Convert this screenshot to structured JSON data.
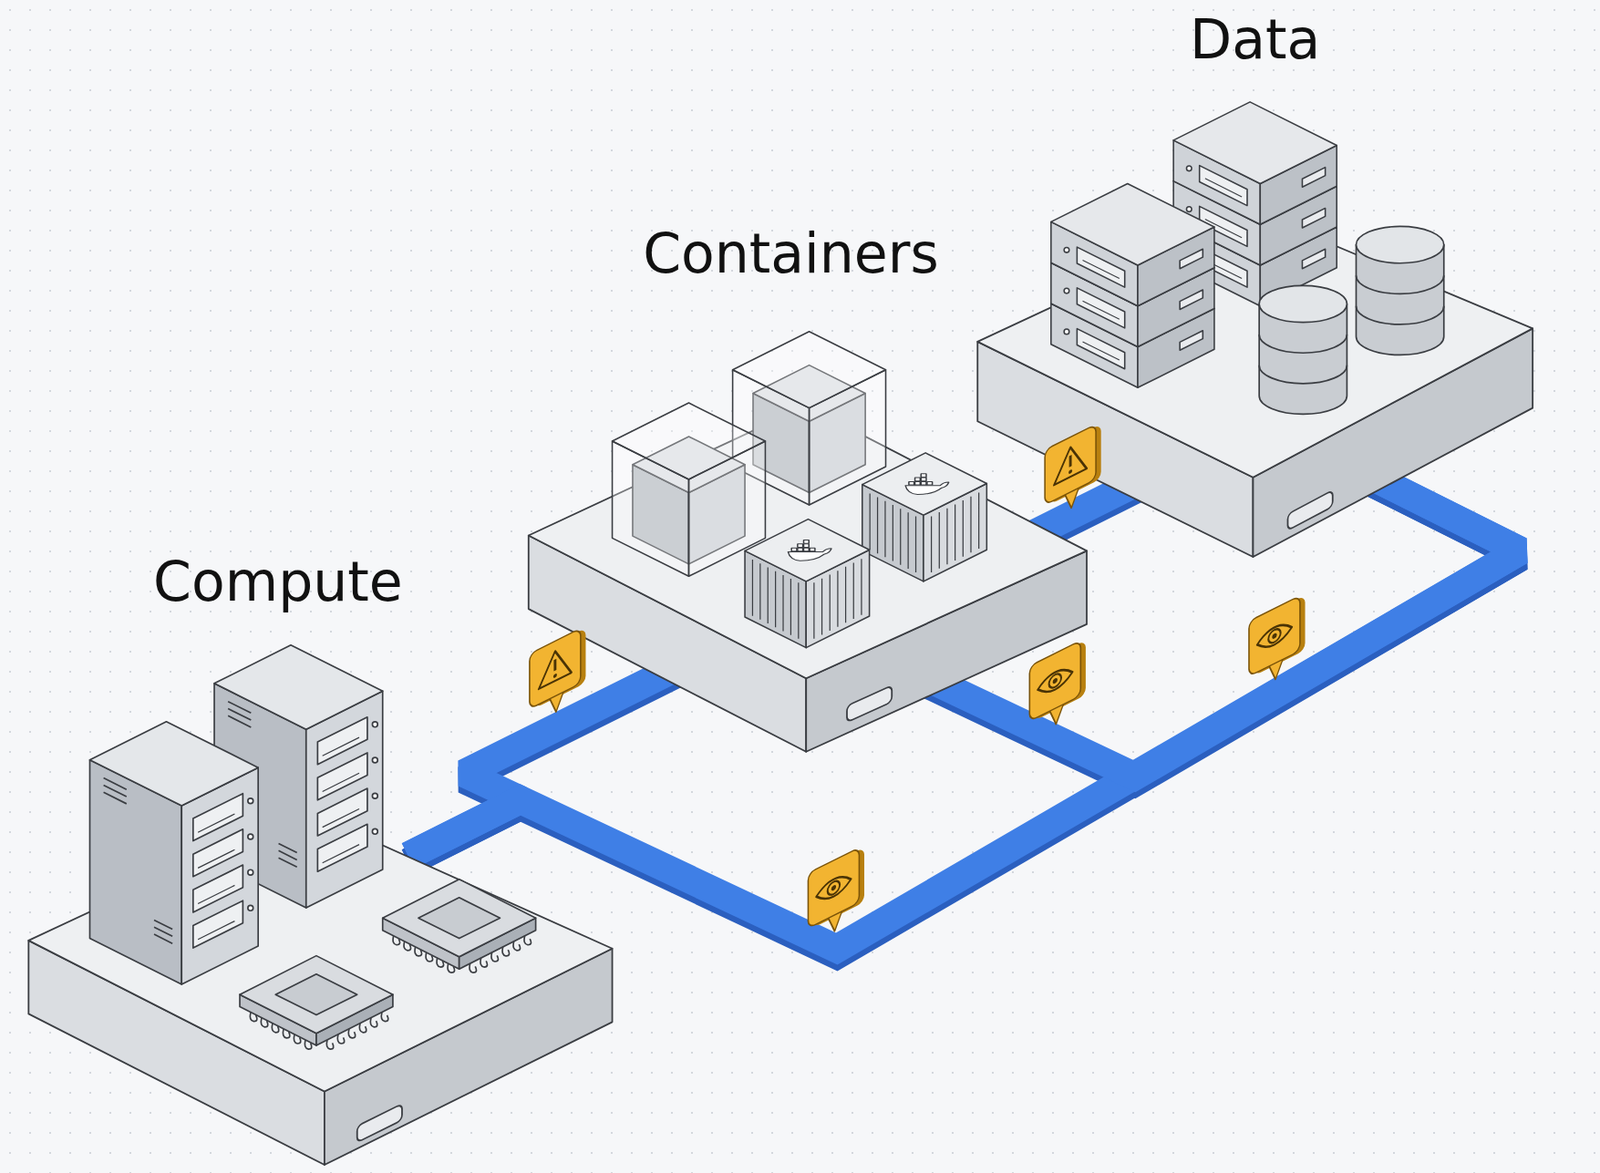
{
  "diagram": {
    "nodes": [
      {
        "text": [
          "Compute"
        ]
      },
      {
        "text": [
          "Containers"
        ]
      },
      {
        "text": [
          "Data"
        ]
      }
    ],
    "edges": [
      {
        "from": 0,
        "to": 1,
        "arrow": "none"
      },
      {
        "from": 1,
        "to": 2,
        "arrow": "none"
      },
      {
        "from": 0,
        "to": 2,
        "arrow": "none"
      },
      {
        "from": 1,
        "to": 2,
        "arrow": "none"
      }
    ]
  }
}
